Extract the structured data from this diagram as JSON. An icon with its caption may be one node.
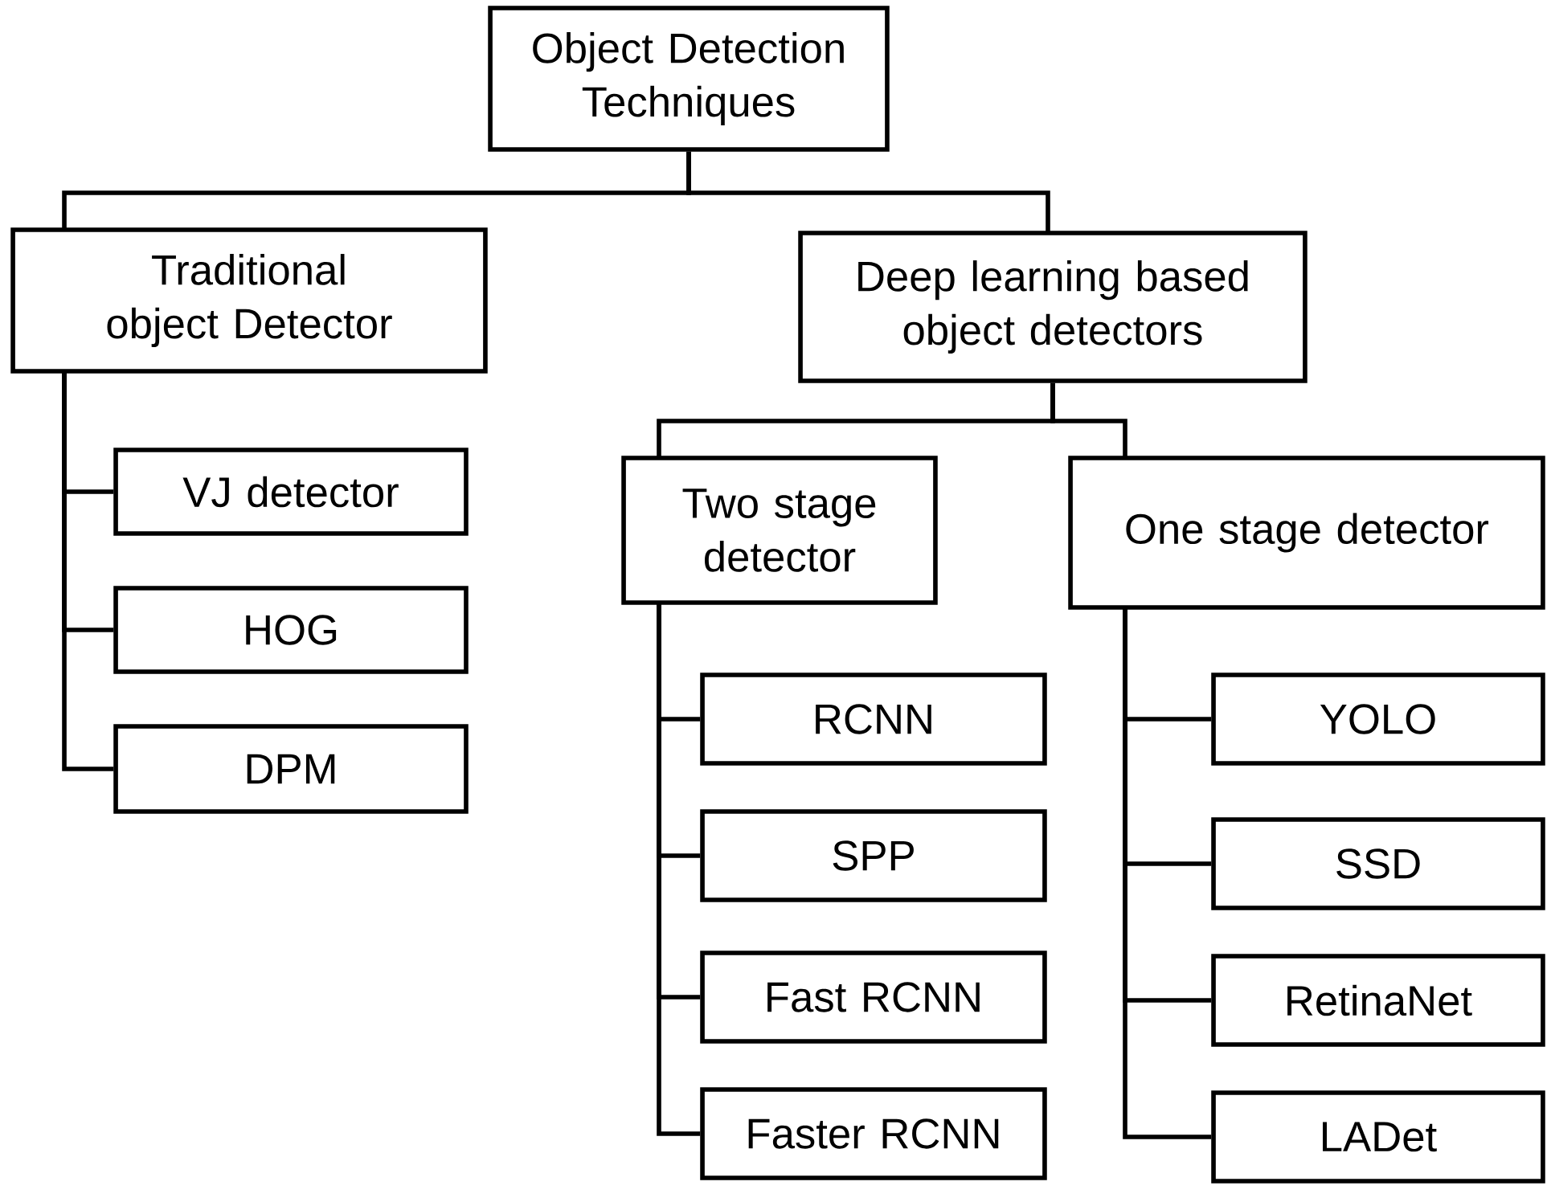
{
  "diagram": {
    "nodes": [
      {
        "text": [
          "Object Detection Techniques"
        ]
      },
      {
        "text": [
          "Traditional object Detector"
        ]
      },
      {
        "text": [
          "Deep learning based object detectors"
        ]
      },
      {
        "text": [
          "VJ detector"
        ]
      },
      {
        "text": [
          "HOG"
        ]
      },
      {
        "text": [
          "DPM"
        ]
      },
      {
        "text": [
          "Two stage detector"
        ]
      },
      {
        "text": [
          "One stage detector"
        ]
      },
      {
        "text": [
          "RCNN"
        ]
      },
      {
        "text": [
          "SPP"
        ]
      },
      {
        "text": [
          "Fast RCNN"
        ]
      },
      {
        "text": [
          "Faster RCNN"
        ]
      },
      {
        "text": [
          "YOLO"
        ]
      },
      {
        "text": [
          "SSD"
        ]
      },
      {
        "text": [
          "RetinaNet"
        ]
      },
      {
        "text": [
          "LADet"
        ]
      }
    ],
    "edges": [
      {
        "from": 0,
        "to": 1,
        "arrow": "none"
      },
      {
        "from": 0,
        "to": 2,
        "arrow": "none"
      },
      {
        "from": 1,
        "to": 3,
        "arrow": "none"
      },
      {
        "from": 1,
        "to": 4,
        "arrow": "none"
      },
      {
        "from": 1,
        "to": 5,
        "arrow": "none"
      },
      {
        "from": 2,
        "to": 6,
        "arrow": "none"
      },
      {
        "from": 2,
        "to": 7,
        "arrow": "none"
      },
      {
        "from": 6,
        "to": 8,
        "arrow": "none"
      },
      {
        "from": 6,
        "to": 9,
        "arrow": "none"
      },
      {
        "from": 6,
        "to": 10,
        "arrow": "none"
      },
      {
        "from": 6,
        "to": 11,
        "arrow": "none"
      },
      {
        "from": 7,
        "to": 12,
        "arrow": "none"
      },
      {
        "from": 7,
        "to": 13,
        "arrow": "none"
      },
      {
        "from": 7,
        "to": 14,
        "arrow": "none"
      },
      {
        "from": 7,
        "to": 15,
        "arrow": "none"
      }
    ]
  }
}
